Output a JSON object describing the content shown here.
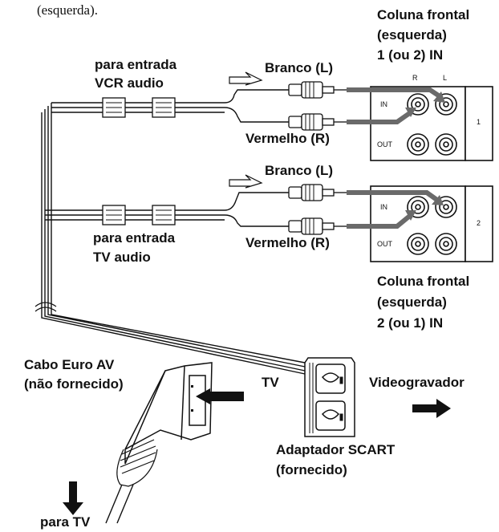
{
  "top_text": "(esquerda).",
  "front_left_1": [
    "Coluna frontal",
    "(esquerda)",
    "1 (ou 2) IN"
  ],
  "front_left_2": [
    "Coluna frontal",
    "(esquerda)",
    "2 (ou 1) IN"
  ],
  "vcr_audio": [
    "para entrada",
    "VCR audio"
  ],
  "tv_audio": [
    "para entrada",
    "TV audio"
  ],
  "white_1": "Branco (L)",
  "red_1": "Vermelho (R)",
  "white_2": "Branco (L)",
  "red_2": "Vermelho (R)",
  "panel_1": {
    "r": "R",
    "l": "L",
    "in": "IN",
    "out": "OUT",
    "num": "1"
  },
  "panel_2": {
    "in": "IN",
    "out": "OUT",
    "num": "2"
  },
  "euro_cable": [
    "Cabo Euro AV",
    "(não fornecido)"
  ],
  "tv": "TV",
  "vcr": "Videogravador",
  "scart": [
    "Adaptador SCART",
    "(fornecido)"
  ],
  "to_tv": "para TV"
}
